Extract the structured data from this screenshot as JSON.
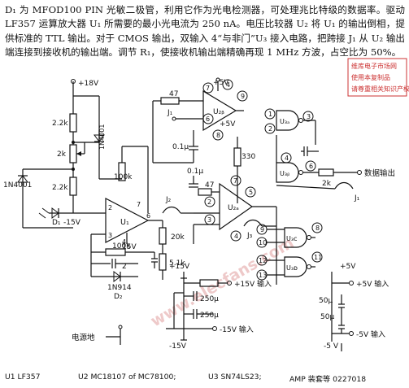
{
  "description": "D₁ 为 MFOD100 PIN 光敏二极管，利用它作为光电检测器，可处理兆比特级的数据率。驱动 LF357 运算放大器 U₁ 所需要的最小光电流为 250 nA。电压比较器 U₂ 将 U₁ 的输出倒相，提供标准的 TTL 输出。对于 CMOS 输出，双输入 4“与非门”U₃ 接入电路，把跨接 J₁ 从 U₂ 输出端连接到接收机的输出端。调节 R₁，使接收机输出端精确再现 1 MHz 方波，占空比为 50%。",
  "watermark": {
    "line1": "维库电子市场网",
    "line2": "使用本复制品",
    "line3": "请尊重相关知识产权！",
    "diagonal": "www.elecfans.com"
  },
  "labels": {
    "v18": "+18V",
    "v5_top": "+5V",
    "v5_mid": "+5V",
    "r47_top": "47",
    "r47_mid": "47",
    "r22k_a": "2.2k",
    "r2k": "2k",
    "r22k_b": "2.2k",
    "r100k_a": "100k",
    "r100k_b": "100k",
    "r330": "330",
    "r20k": "20k",
    "r51k": "5.1k",
    "r2k_out": "2k",
    "cap01_a": "0.1μ",
    "cap01_b": "0.1μ",
    "cap2": "2",
    "cap250_a": "250μ",
    "cap250_b": "250μ",
    "cap50_a": "50μ",
    "cap50_b": "50μ",
    "diode_1n4001_a": "1N4001",
    "diode_1n4001_b": "1N4001",
    "diode_1n914": "1N914",
    "d1": "D₁",
    "d2": "D₂",
    "minus15_d1": "-15V",
    "v15": "15V",
    "u1": "U₁",
    "u2a": "U₂ₐ",
    "u2b": "U₂ᵦ",
    "u3a": "U₃ₐ",
    "u3b": "U₃ᵦ",
    "u3c": "U₃ᴄ",
    "u3d": "U₃ᴅ",
    "j1": "J₁",
    "j2": "J₂",
    "j3": "J₃",
    "j1_out": "J₁",
    "data_out": "数据输出",
    "plus15_rail": "+15V",
    "minus15_rail": "-15V",
    "plus15_in": "+15V 输入",
    "minus15_in": "-15V  输入",
    "plus5_right": "+5V",
    "plus5_in": "+5V 输入",
    "minus5_in": "-5V 输入",
    "minus5_right": "-5 V",
    "ground": "电源地"
  },
  "pins": {
    "p1": "1",
    "p2": "2",
    "p3": "3",
    "p4": "4",
    "p5": "5",
    "p6": "6",
    "p7": "7",
    "p8": "8",
    "p9": "9",
    "p10": "10",
    "p11": "11",
    "p12": "12",
    "p13": "13",
    "u1_2": "2",
    "u1_3": "3",
    "u1_7": "7",
    "u1_6": "6",
    "u1_4": "4"
  },
  "footer": {
    "u1": "U1   LF357",
    "u2": "U2   MC18107 of   MC78100;",
    "u3": "U3   SN74LS23;",
    "amp": "AMP   装套等   0227018"
  }
}
